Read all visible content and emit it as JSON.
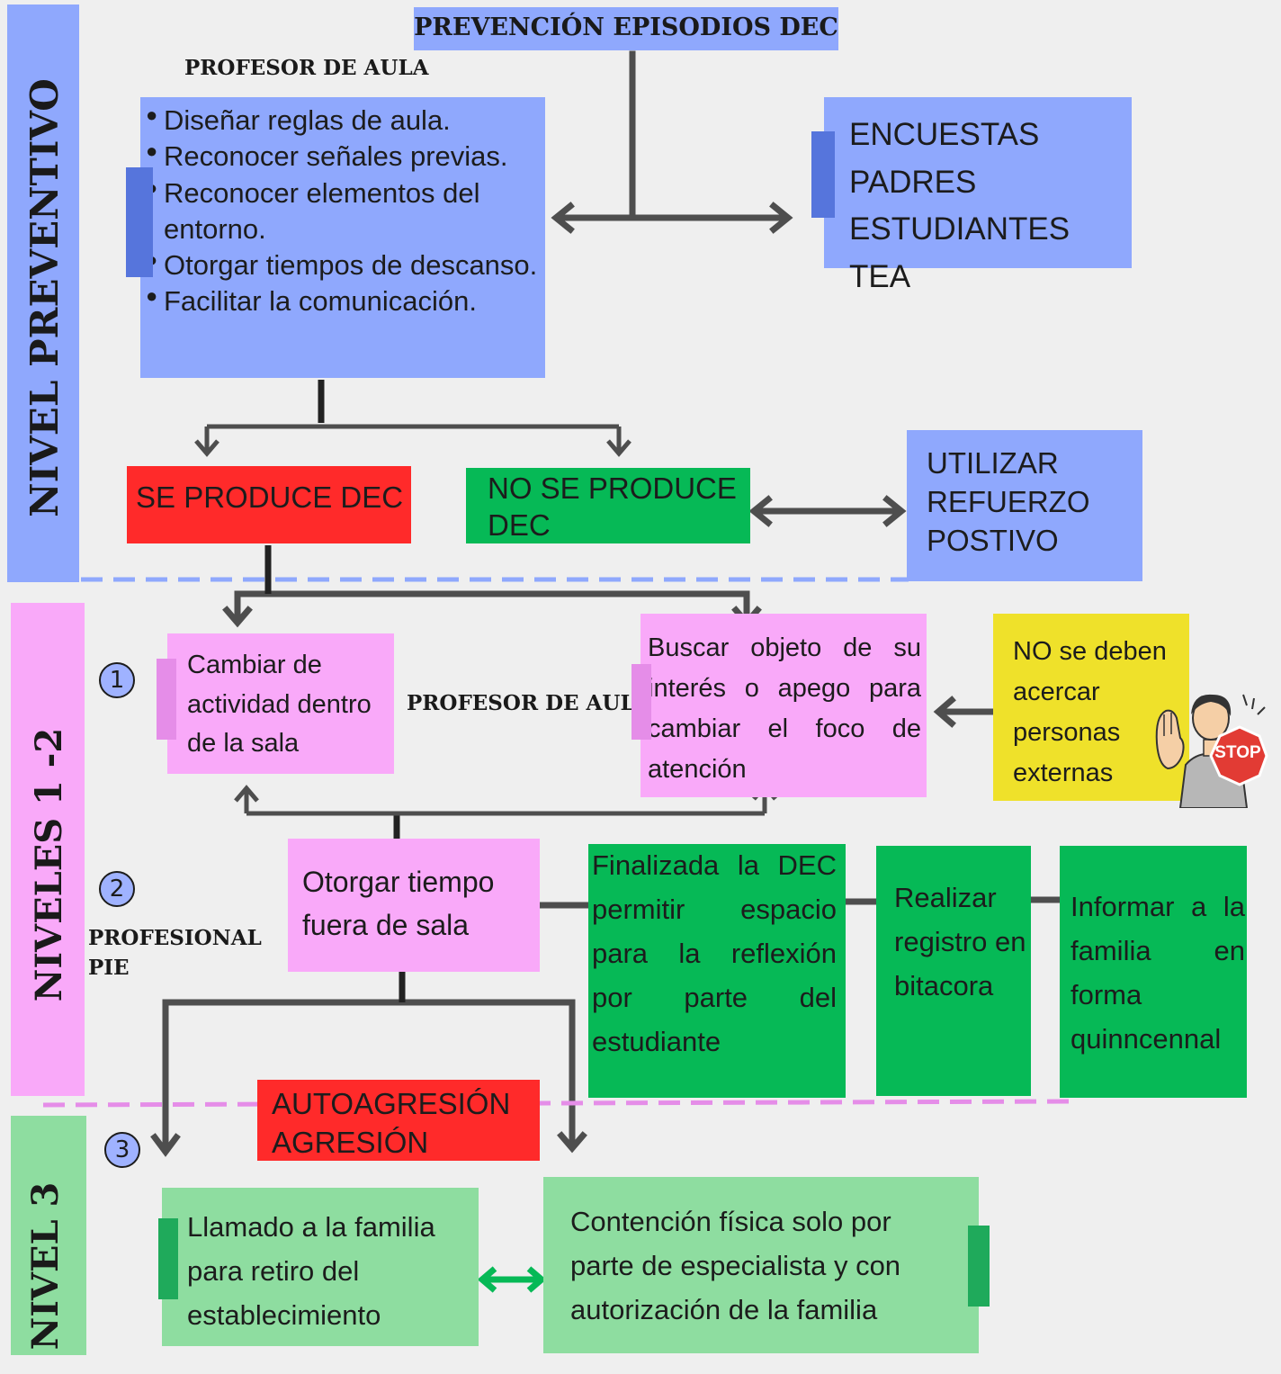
{
  "colors": {
    "background": "#efefef",
    "blue": "#8fa8fd",
    "pink": "#f9a9f9",
    "green_dark": "#06b956",
    "green_light": "#8edda0",
    "red": "#ff2a2a",
    "yellow": "#efe12a"
  },
  "levels": {
    "preventive": "NIVEL PREVENTIVO",
    "levels_1_2": "NIVELES 1 -2",
    "level_3": "NIVEL 3"
  },
  "header": {
    "title": "PREVENCIÓN EPISODIOS DEC"
  },
  "preventive": {
    "role_label": "PROFESOR DE AULA",
    "actions": [
      "Diseñar reglas de aula.",
      "Reconocer señales previas.",
      "Reconocer elementos del entorno.",
      "Otorgar tiempos de descanso.",
      "Facilitar la comunicación."
    ],
    "surveys": [
      "ENCUESTAS",
      "PADRES",
      "ESTUDIANTES TEA"
    ],
    "produces_dec": "SE PRODUCE DEC",
    "no_dec": "NO SE PRODUCE DEC",
    "reinforcement": [
      "UTILIZAR",
      "REFUERZO",
      "POSTIVO"
    ]
  },
  "level12": {
    "step1_number": "1",
    "step2_number": "2",
    "change_activity": "Cambiar de actividad dentro de la sala",
    "teacher_label": "PROFESOR DE AULA",
    "find_object": "Buscar objeto de su interés o apego para cambiar el foco de atención",
    "no_external": [
      "NO se deben",
      "acercar",
      "personas",
      "externas"
    ],
    "stop_sign": "STOP",
    "pie_label": [
      "PROFESIONAL",
      "PIE"
    ],
    "time_out": "Otorgar tiempo fuera de sala",
    "finished_dec": "Finalizada la DEC permitir espacio para la reflexión por parte del estudiante",
    "register": "Realizar registro en bitacora",
    "inform": "Informar a la familia en forma quinncennal"
  },
  "level3": {
    "step3_number": "3",
    "aggression": [
      "AUTOAGRESIÓN",
      "AGRESIÓN"
    ],
    "call_family": "Llamado a la familia para retiro del establecimiento",
    "restraint": "Contención física solo por parte de especialista y con autorización de la familia"
  }
}
